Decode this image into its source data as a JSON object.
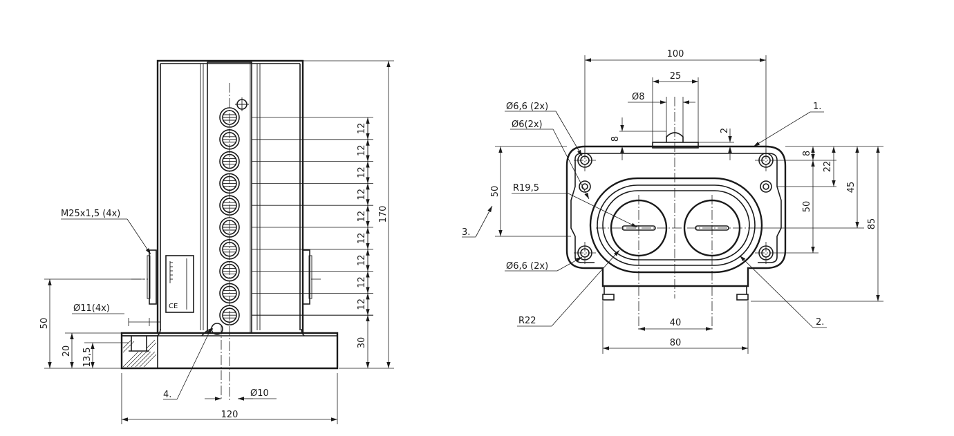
{
  "left_view": {
    "thread_label": "M25x1,5 (4x)",
    "hole_label": "Ø11(4x)",
    "pin_label": "Ø10",
    "callout_4": "4.",
    "dim_width": "120",
    "dim_height": "170",
    "dim_base": "30",
    "dim_pitch": "12",
    "dim_50": "50",
    "dim_20": "20",
    "dim_13_5": "13,5",
    "ce_mark": "CE"
  },
  "right_view": {
    "dim_100": "100",
    "dim_25": "25",
    "dia_8": "Ø8",
    "dia_6_6_top": "Ø6,6 (2x)",
    "dia_6": "Ø6(2x)",
    "dia_6_6_bottom": "Ø6,6 (2x)",
    "radius_19_5": "R19,5",
    "radius_22": "R22",
    "dim_8_top": "8",
    "dim_2": "2",
    "dim_50_left": "50",
    "dim_8_right": "8",
    "dim_22": "22",
    "dim_45": "45",
    "dim_50_right": "50",
    "dim_85": "85",
    "dim_40": "40",
    "dim_80": "80",
    "callout_1": "1.",
    "callout_2": "2.",
    "callout_3": "3."
  }
}
